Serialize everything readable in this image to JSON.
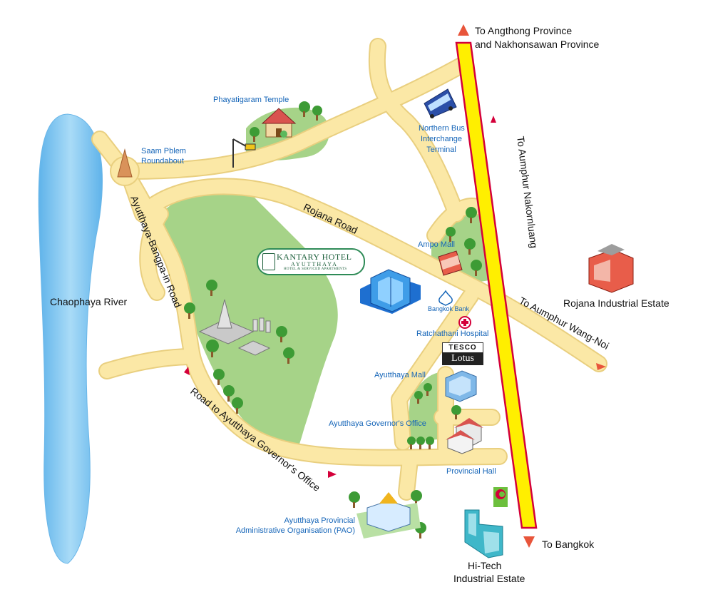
{
  "title_labels": {
    "angthong_1": "To Angthong Province",
    "angthong_2": "and Nakhonsawan Province",
    "aumphur_nakornluang": "To Aumphur Nakornluang",
    "aumphur_wangnoi": "To Aumphur Wang-Noi",
    "bangkok": "To Bangkok",
    "rojana_road": "Rojana Road",
    "ayutthaya_bangpa_road": "Ayutthaya-Bangpa-in Road",
    "governor_road": "Road to Ayutthaya Governor's Office",
    "chaophaya_river": "Chaophaya River",
    "rojana_industrial": "Rojana Industrial Estate",
    "hitech_1": "Hi-Tech",
    "hitech_2": "Industrial Estate"
  },
  "places": {
    "phayatigaram": "Phayatigaram Temple",
    "saam_1": "Saam Pblem",
    "saam_2": "Roundabout",
    "bus_1": "Northern Bus",
    "bus_2": "Interchange",
    "bus_3": "Terminal",
    "ampo": "Ampo Mall",
    "bangkok_bank": "Bangkok Bank",
    "ratchathani": "Ratchathani Hospital",
    "ayutthaya_mall": "Ayutthaya Mall",
    "governor_office": "Ayutthaya Governor's Office",
    "provincial_hall": "Provincial Hall",
    "pao_1": "Ayutthaya Provincial",
    "pao_2": "Administrative Organisation (PAO)"
  },
  "kantary": {
    "name": "KANTARY HOTEL",
    "city": "AYUTTHAYA",
    "sub": "HOTEL & SERVICED APARTMENTS"
  },
  "tesco": {
    "top": "TESCO",
    "bottom": "Lotus"
  },
  "colors": {
    "road": "#fbe8a6",
    "road_edge": "#e9cf7f",
    "highway": "#ffef00",
    "highway_edge": "#d4003a",
    "park": "#a6d388",
    "river": "#7ec3ef",
    "arrow": "#e8553b"
  }
}
